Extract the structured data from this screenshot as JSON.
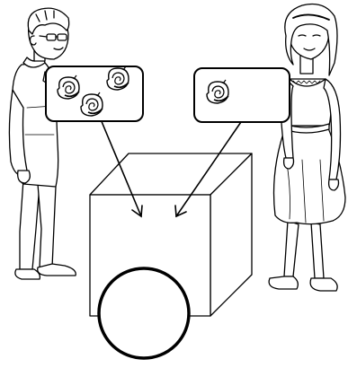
{
  "figures": {
    "left": {
      "kind": "boy",
      "held_items": 3,
      "item_icon": "spiral-fruit-icon"
    },
    "right": {
      "kind": "girl",
      "held_items": 1,
      "item_icon": "spiral-fruit-icon"
    }
  },
  "colors": {
    "line": "#000000",
    "background": "#ffffff",
    "skin": "#ffffff"
  }
}
